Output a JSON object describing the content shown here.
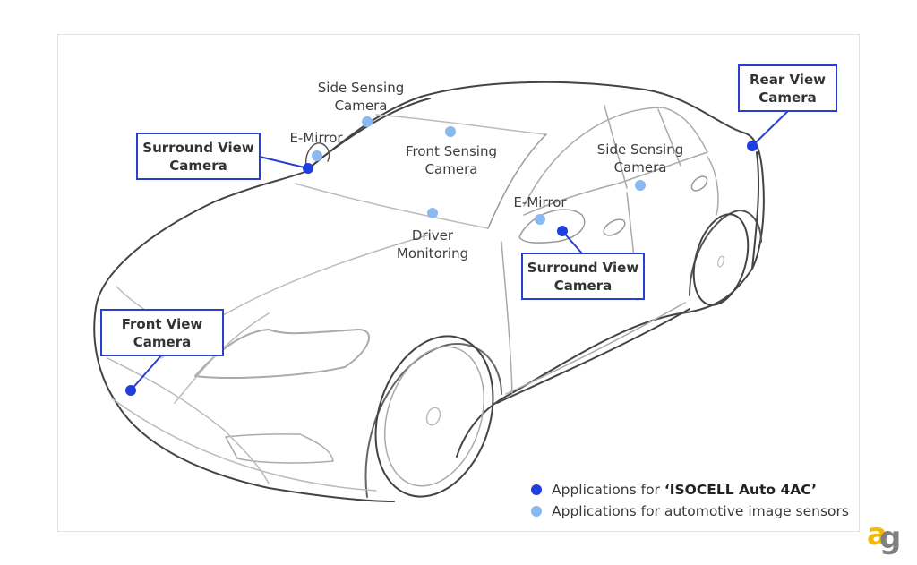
{
  "colors": {
    "primary_dot": "#1f3ee0",
    "secondary_dot": "#8ab8f0",
    "box_border": "#2a3fd0",
    "outline": "#4a4a4a",
    "detail": "#b8b8b8"
  },
  "callouts": {
    "rear_view": {
      "line1": "Rear View",
      "line2": "Camera"
    },
    "surround_view_left": {
      "line1": "Surround View",
      "line2": "Camera"
    },
    "surround_view_right": {
      "line1": "Surround View",
      "line2": "Camera"
    },
    "front_view": {
      "line1": "Front View",
      "line2": "Camera"
    }
  },
  "labels": {
    "side_sensing_left": {
      "line1": "Side Sensing",
      "line2": "Camera"
    },
    "e_mirror_left": "E-Mirror",
    "front_sensing": {
      "line1": "Front Sensing",
      "line2": "Camera"
    },
    "side_sensing_right": {
      "line1": "Side Sensing",
      "line2": "Camera"
    },
    "e_mirror_right": "E-Mirror",
    "driver_monitoring": {
      "line1": "Driver",
      "line2": "Monitoring"
    }
  },
  "legend": {
    "items": [
      {
        "prefix": "Applications for ",
        "bold": "‘ISOCELL Auto 4AC’",
        "dot": "primary"
      },
      {
        "prefix": "Applications for automotive image sensors",
        "bold": "",
        "dot": "secondary"
      }
    ]
  },
  "logo": {
    "letter1": "a",
    "letter2": "g"
  }
}
